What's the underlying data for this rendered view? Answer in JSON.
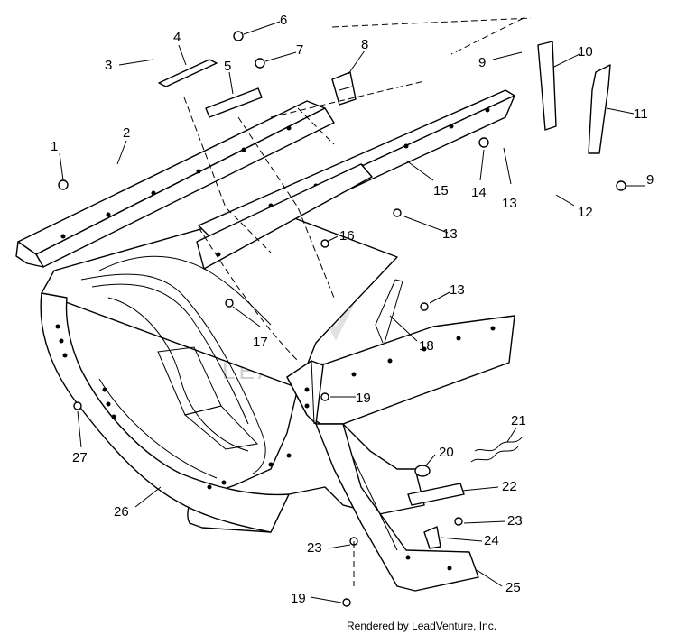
{
  "diagram": {
    "callouts": [
      "1",
      "2",
      "3",
      "4",
      "5",
      "6",
      "7",
      "8",
      "9",
      "10",
      "11",
      "9",
      "12",
      "13",
      "14",
      "15",
      "13",
      "16",
      "13",
      "17",
      "18",
      "19",
      "20",
      "21",
      "22",
      "23",
      "23",
      "24",
      "25",
      "26",
      "27",
      "19"
    ],
    "watermark": "LEADVENTURE",
    "credit": "Rendered by LeadVenture, Inc."
  }
}
